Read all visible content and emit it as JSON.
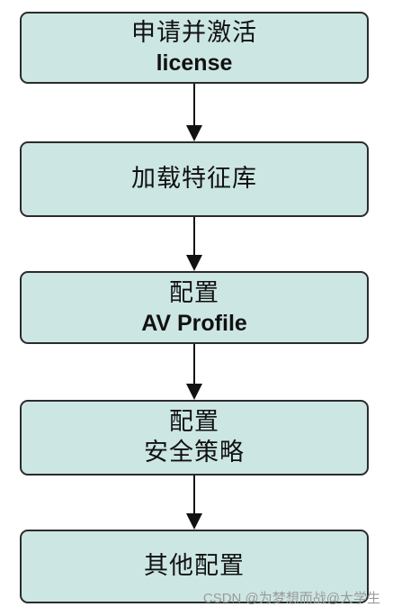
{
  "steps": [
    {
      "line1": "申请并激活",
      "line2": "license"
    },
    {
      "line1": "加载特征库"
    },
    {
      "line1": "配置",
      "line2": "AV Profile"
    },
    {
      "line1": "配置",
      "line2": "安全策略"
    },
    {
      "line1": "其他配置"
    }
  ],
  "watermark": "CSDN @为梦想而战@大学生",
  "colors": {
    "box_fill": "#cce6e3",
    "box_border": "#2b2b2b",
    "arrow": "#111111"
  }
}
